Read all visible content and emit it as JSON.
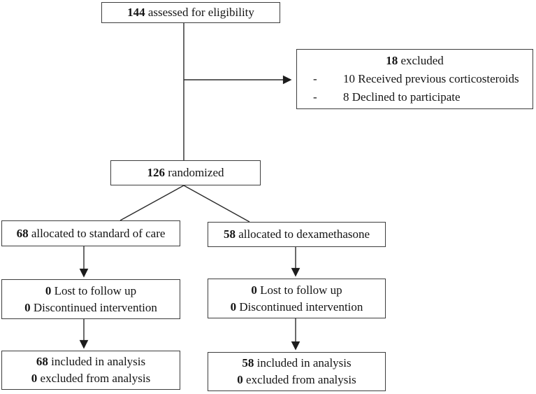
{
  "figure": {
    "background": "#ffffff",
    "line_color": "#2b2b2b",
    "border_color": "#3d3d3d"
  },
  "flow": {
    "eligibility": {
      "count": "144",
      "label": "assessed for eligibility"
    },
    "excluded": {
      "count": "18",
      "label": "excluded",
      "reasons": [
        {
          "bullet": "-",
          "count": "10",
          "label": "Received previous corticosteroids"
        },
        {
          "bullet": "-",
          "count": "8",
          "label": "Declined to participate"
        }
      ]
    },
    "randomized": {
      "count": "126",
      "label": "randomized"
    },
    "arm_left": {
      "allocation": {
        "count": "68",
        "label": "allocated to standard of care"
      },
      "followup_lines": [
        {
          "count": "0",
          "label": "Lost to follow up"
        },
        {
          "count": "0",
          "label": "Discontinued intervention"
        }
      ],
      "analysis_lines": [
        {
          "count": "68",
          "label": "included in analysis"
        },
        {
          "count": "0",
          "label": "excluded from analysis"
        }
      ]
    },
    "arm_right": {
      "allocation": {
        "count": "58",
        "label": "allocated to dexamethasone"
      },
      "followup_lines": [
        {
          "count": "0",
          "label": "Lost to follow up"
        },
        {
          "count": "0",
          "label": "Discontinued intervention"
        }
      ],
      "analysis_lines": [
        {
          "count": "58",
          "label": "included in analysis"
        },
        {
          "count": "0",
          "label": "excluded from analysis"
        }
      ]
    }
  }
}
